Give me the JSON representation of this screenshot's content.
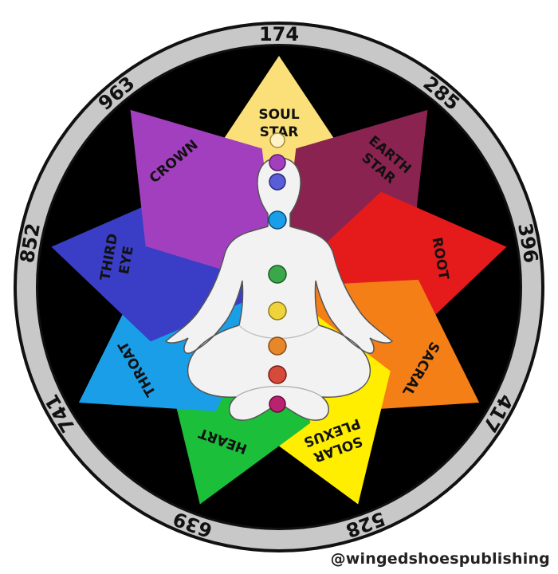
{
  "frequencies": [
    {
      "value": "174"
    },
    {
      "value": "285"
    },
    {
      "value": "396"
    },
    {
      "value": "417"
    },
    {
      "value": "528"
    },
    {
      "value": "639"
    },
    {
      "value": "741"
    },
    {
      "value": "852"
    },
    {
      "value": "963"
    }
  ],
  "chakras": [
    {
      "line1": "SOUL",
      "line2": "STAR",
      "color": "#fbe07a"
    },
    {
      "line1": "EARTH",
      "line2": "STAR",
      "color": "#8b2350"
    },
    {
      "line1": "ROOT",
      "line2": "",
      "color": "#e51a1a"
    },
    {
      "line1": "SACRAL",
      "line2": "",
      "color": "#f57f17"
    },
    {
      "line1": "SOLAR",
      "line2": "PLEXUS",
      "color": "#ffee00"
    },
    {
      "line1": "HEART",
      "line2": "",
      "color": "#1bbf3a"
    },
    {
      "line1": "THROAT",
      "line2": "",
      "color": "#1a9ee8"
    },
    {
      "line1": "THIRD",
      "line2": "EYE",
      "color": "#3a3ec6"
    },
    {
      "line1": "CROWN",
      "line2": "",
      "color": "#a23fbf"
    }
  ],
  "colors": {
    "ring": "#c8c8c8",
    "background": "#000000",
    "text": "#111111"
  },
  "credit": "@wingedshoespublishing"
}
